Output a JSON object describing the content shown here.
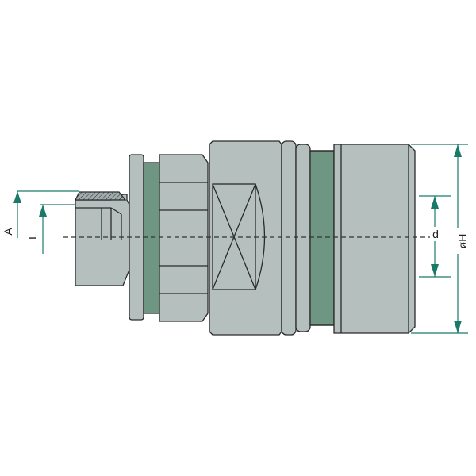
{
  "diagram": {
    "labels": {
      "A": "A",
      "L": "L",
      "d": "d",
      "H": "øH"
    },
    "colors": {
      "body": "#b4bfbe",
      "body_dark": "#9fadac",
      "seal": "#6f9683",
      "outline": "#2a2a2a",
      "dimension": "#1a7a6a",
      "centerline": "#333333"
    }
  }
}
